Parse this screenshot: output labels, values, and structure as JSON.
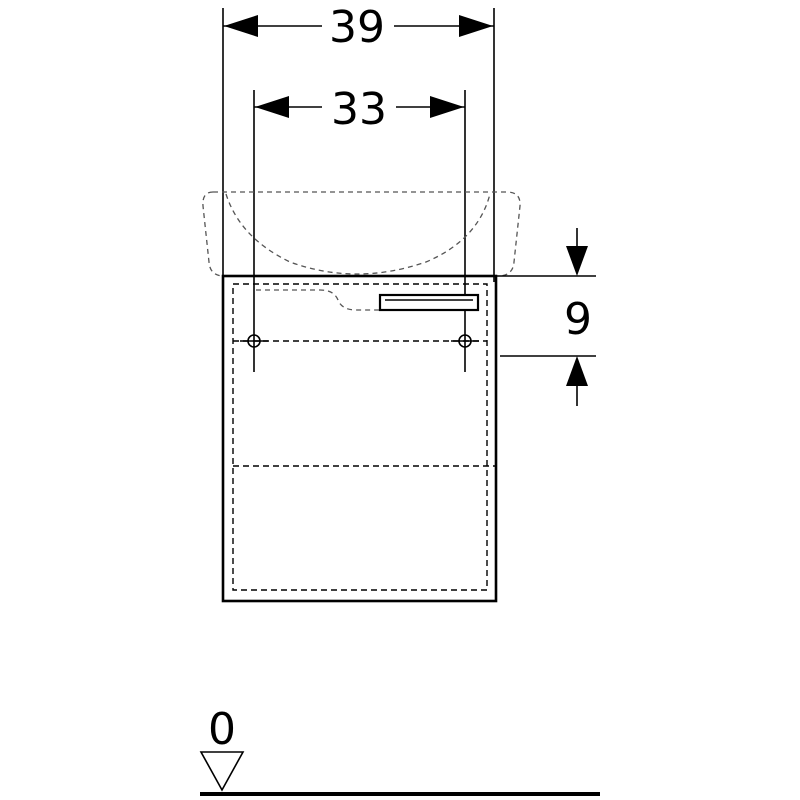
{
  "dimensions": {
    "overall_width": "39",
    "inner_width": "33",
    "top_height": "9",
    "floor_level": "0"
  }
}
